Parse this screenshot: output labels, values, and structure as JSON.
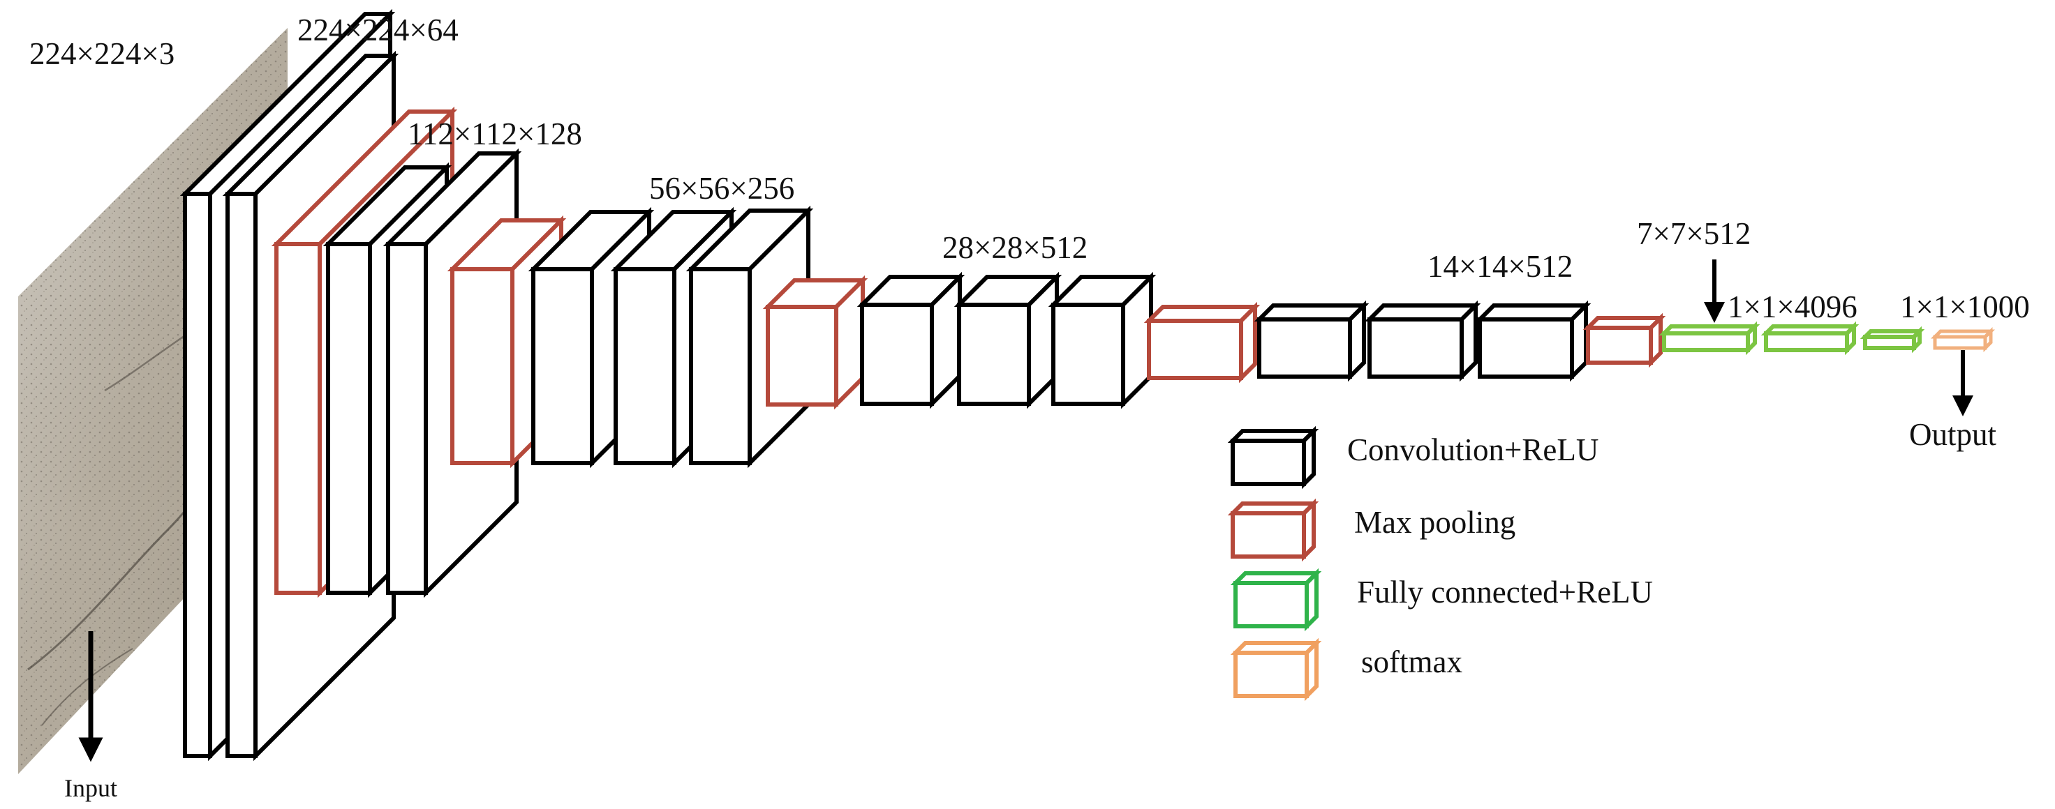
{
  "colors": {
    "conv": "#000000",
    "pool": "#b5493b",
    "fc": "#7cc542",
    "softmax": "#f1b07e",
    "legend_fc": "#2fb34a",
    "legend_softmax": "#f0a060",
    "text": "#111111"
  },
  "labels": {
    "input_dim": "224×224×3",
    "b1_dim": "224×224×64",
    "b2_dim": "112×112×128",
    "b3_dim": "56×56×256",
    "b4_dim": "28×28×512",
    "b5_dim": "14×14×512",
    "pool5_dim": "7×7×512",
    "fc_dim": "1×1×4096",
    "out_dim": "1×1×1000",
    "input_caption": "Input",
    "output_caption": "Output"
  },
  "legend": [
    {
      "kind": "conv",
      "label": "Convolution+ReLU"
    },
    {
      "kind": "pool",
      "label": "Max pooling"
    },
    {
      "kind": "fc",
      "label": "Fully connected+ReLU"
    },
    {
      "kind": "softmax",
      "label": "softmax"
    }
  ]
}
